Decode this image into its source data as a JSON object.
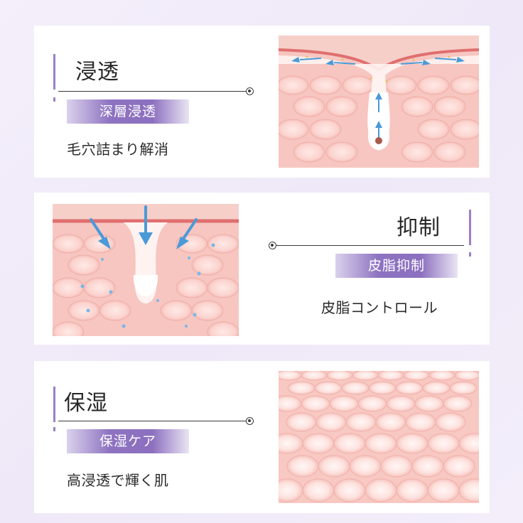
{
  "sections": [
    {
      "heading": "浸透",
      "badge": "深層浸透",
      "caption": "毛穴詰まり解消"
    },
    {
      "heading": "抑制",
      "badge": "皮脂抑制",
      "caption": "皮脂コントロール"
    },
    {
      "heading": "保湿",
      "badge": "保湿ケア",
      "caption": "高浸透で輝く肌"
    }
  ],
  "colors": {
    "accent": "#9a7fc6",
    "badge": "#8e73c1",
    "skin": "#f8c9c4",
    "skin_border": "#e06f6f",
    "arrow": "#4a9ad8"
  },
  "icons": [
    "penetration-skin-illustration",
    "sebum-skin-illustration",
    "moisture-skin-illustration"
  ]
}
